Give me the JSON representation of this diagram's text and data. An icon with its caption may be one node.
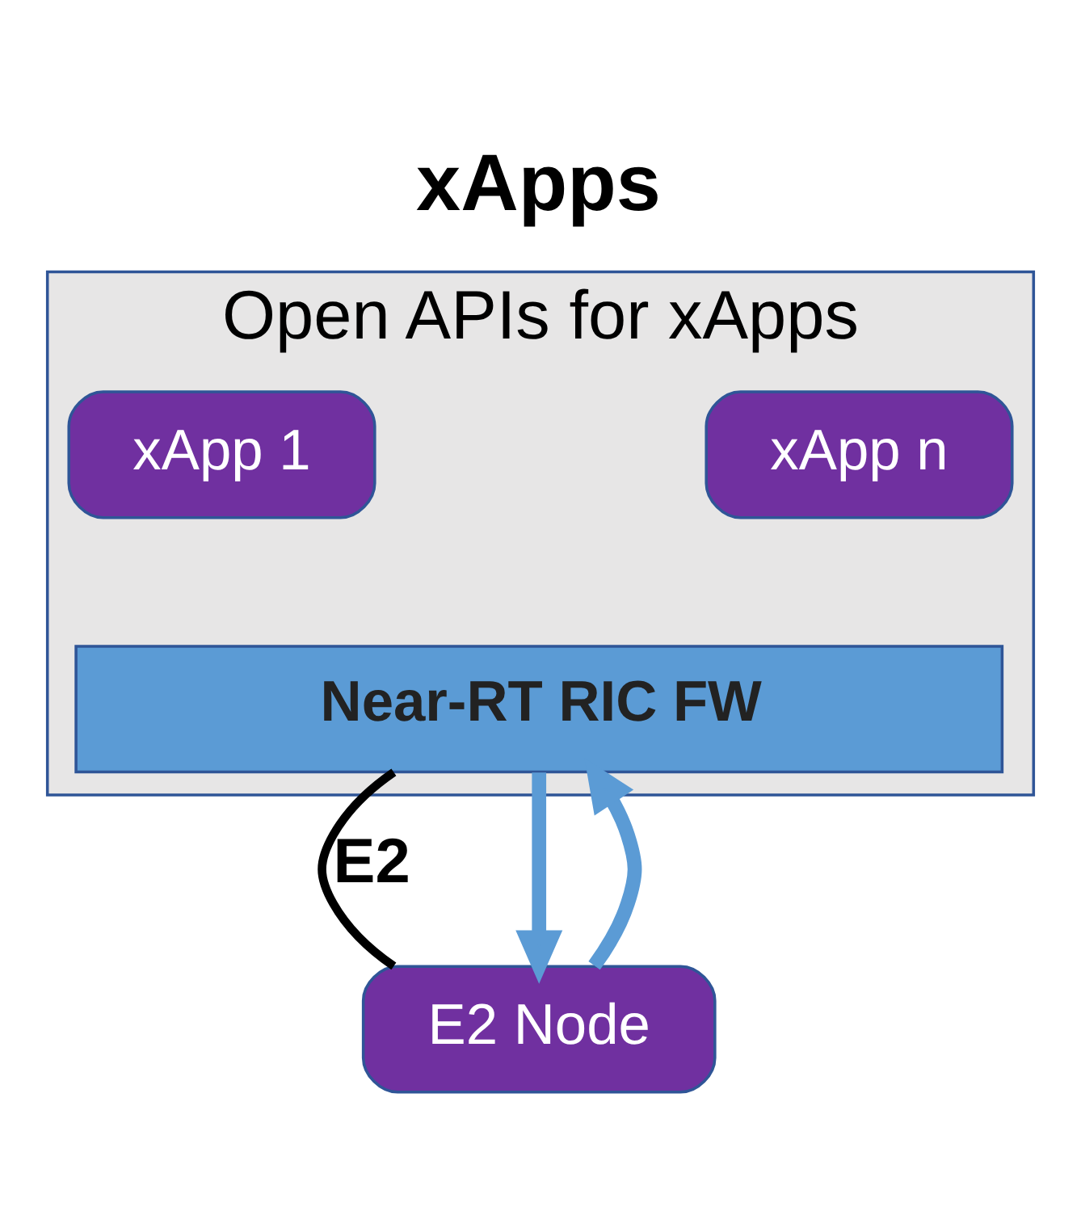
{
  "diagram": {
    "title": "xApps",
    "nodes": [
      {
        "text": [
          "Open APIs for xApps"
        ]
      },
      {
        "text": [
          "xApp 1"
        ],
        "in": 0
      },
      {
        "text": [
          "xApp n"
        ],
        "in": 0
      },
      {
        "text": [
          "Near-RT RIC FW"
        ],
        "in": 0
      },
      {
        "text": [
          "E2 Node"
        ]
      }
    ],
    "edges": [
      {
        "from": 4,
        "to": 3,
        "arrow": "to"
      },
      {
        "from": 3,
        "to": 4,
        "arrow": "none",
        "label": "E2",
        "color": "#000000"
      },
      {
        "from": 3,
        "to": 4,
        "arrow": "to"
      }
    ]
  }
}
